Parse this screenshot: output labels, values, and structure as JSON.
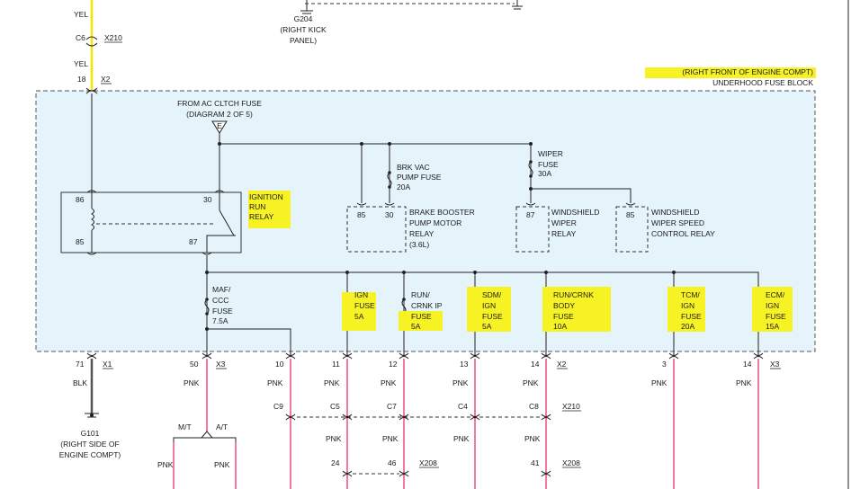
{
  "top": {
    "wire_yel_1": "YEL",
    "conn_c6": "C6",
    "conn_x210": "X210",
    "wire_yel_2": "YEL",
    "pin_18": "18",
    "conn_x2": "X2",
    "ground_g204": "G204",
    "g204_loc_1": "(RIGHT KICK",
    "g204_loc_2": "PANEL)"
  },
  "fuse_block": {
    "location": "(RIGHT FRONT OF ENGINE COMPT)",
    "name": "UNDERHOOD FUSE BLOCK",
    "from_line1": "FROM AC CLTCH FUSE",
    "from_line2": "(DIAGRAM 2 OF 5)",
    "from_pin": "E"
  },
  "ignition_relay": {
    "pin86": "86",
    "pin85": "85",
    "pin30": "30",
    "pin87": "87",
    "name1": "IGNITION",
    "name2": "RUN",
    "name3": "RELAY"
  },
  "brk_fuse": {
    "l1": "BRK VAC",
    "l2": "PUMP FUSE",
    "l3": "20A"
  },
  "brk_relay": {
    "pin85": "85",
    "pin30": "30",
    "l1": "BRAKE BOOSTER",
    "l2": "PUMP MOTOR",
    "l3": "RELAY",
    "l4": "(3.6L)"
  },
  "wiper_fuse": {
    "l1": "WIPER",
    "l2": "FUSE",
    "l3": "30A"
  },
  "wiper_relay": {
    "pin": "87",
    "l1": "WINDSHIELD",
    "l2": "WIPER",
    "l3": "RELAY"
  },
  "wiper_speed": {
    "pin": "85",
    "l1": "WINDSHIELD",
    "l2": "WIPER SPEED",
    "l3": "CONTROL RELAY"
  },
  "fuses": {
    "maf": {
      "l1": "MAF/",
      "l2": "CCC",
      "l3": "FUSE",
      "l4": "7.5A"
    },
    "ign": {
      "l1": "IGN",
      "l2": "FUSE",
      "l3": "5A"
    },
    "run": {
      "l1": "RUN/",
      "l2": "CRNK IP",
      "l3": "FUSE",
      "l4": "5A"
    },
    "sdm": {
      "l1": "SDM/",
      "l2": "IGN",
      "l3": "FUSE",
      "l4": "5A"
    },
    "body": {
      "l1": "RUN/CRNK",
      "l2": "BODY",
      "l3": "FUSE",
      "l4": "10A"
    },
    "tcm": {
      "l1": "TCM/",
      "l2": "IGN",
      "l3": "FUSE",
      "l4": "20A"
    },
    "ecm": {
      "l1": "ECM/",
      "l2": "IGN",
      "l3": "FUSE",
      "l4": "15A"
    }
  },
  "bottom": {
    "p71": "71",
    "x1": "X1",
    "p50": "50",
    "x3a": "X3",
    "p10": "10",
    "p11": "11",
    "p12": "12",
    "p13": "13",
    "p14": "14",
    "x2": "X2",
    "p3": "3",
    "p14b": "14",
    "x3b": "X3",
    "blk": "BLK",
    "pnk_maf": "PNK",
    "pnk10": "PNK",
    "pnk11": "PNK",
    "pnk12": "PNK",
    "pnk13": "PNK",
    "pnk14": "PNK",
    "pnk3": "PNK",
    "pnk14b": "PNK",
    "c9": "C9",
    "c5": "C5",
    "c7": "C7",
    "c4": "C4",
    "c8": "C8",
    "x210": "X210",
    "pnk11b": "PNK",
    "pnk12b": "PNK",
    "pnk13b": "PNK",
    "pnk14c": "PNK",
    "p24": "24",
    "p46": "46",
    "x208a": "X208",
    "p41": "41",
    "x208b": "X208",
    "ground": "G101",
    "gloc1": "(RIGHT SIDE OF",
    "gloc2": "ENGINE COMPT)",
    "mt": "M/T",
    "at": "A/T",
    "pnk_mt": "PNK",
    "pnk_at": "PNK"
  }
}
